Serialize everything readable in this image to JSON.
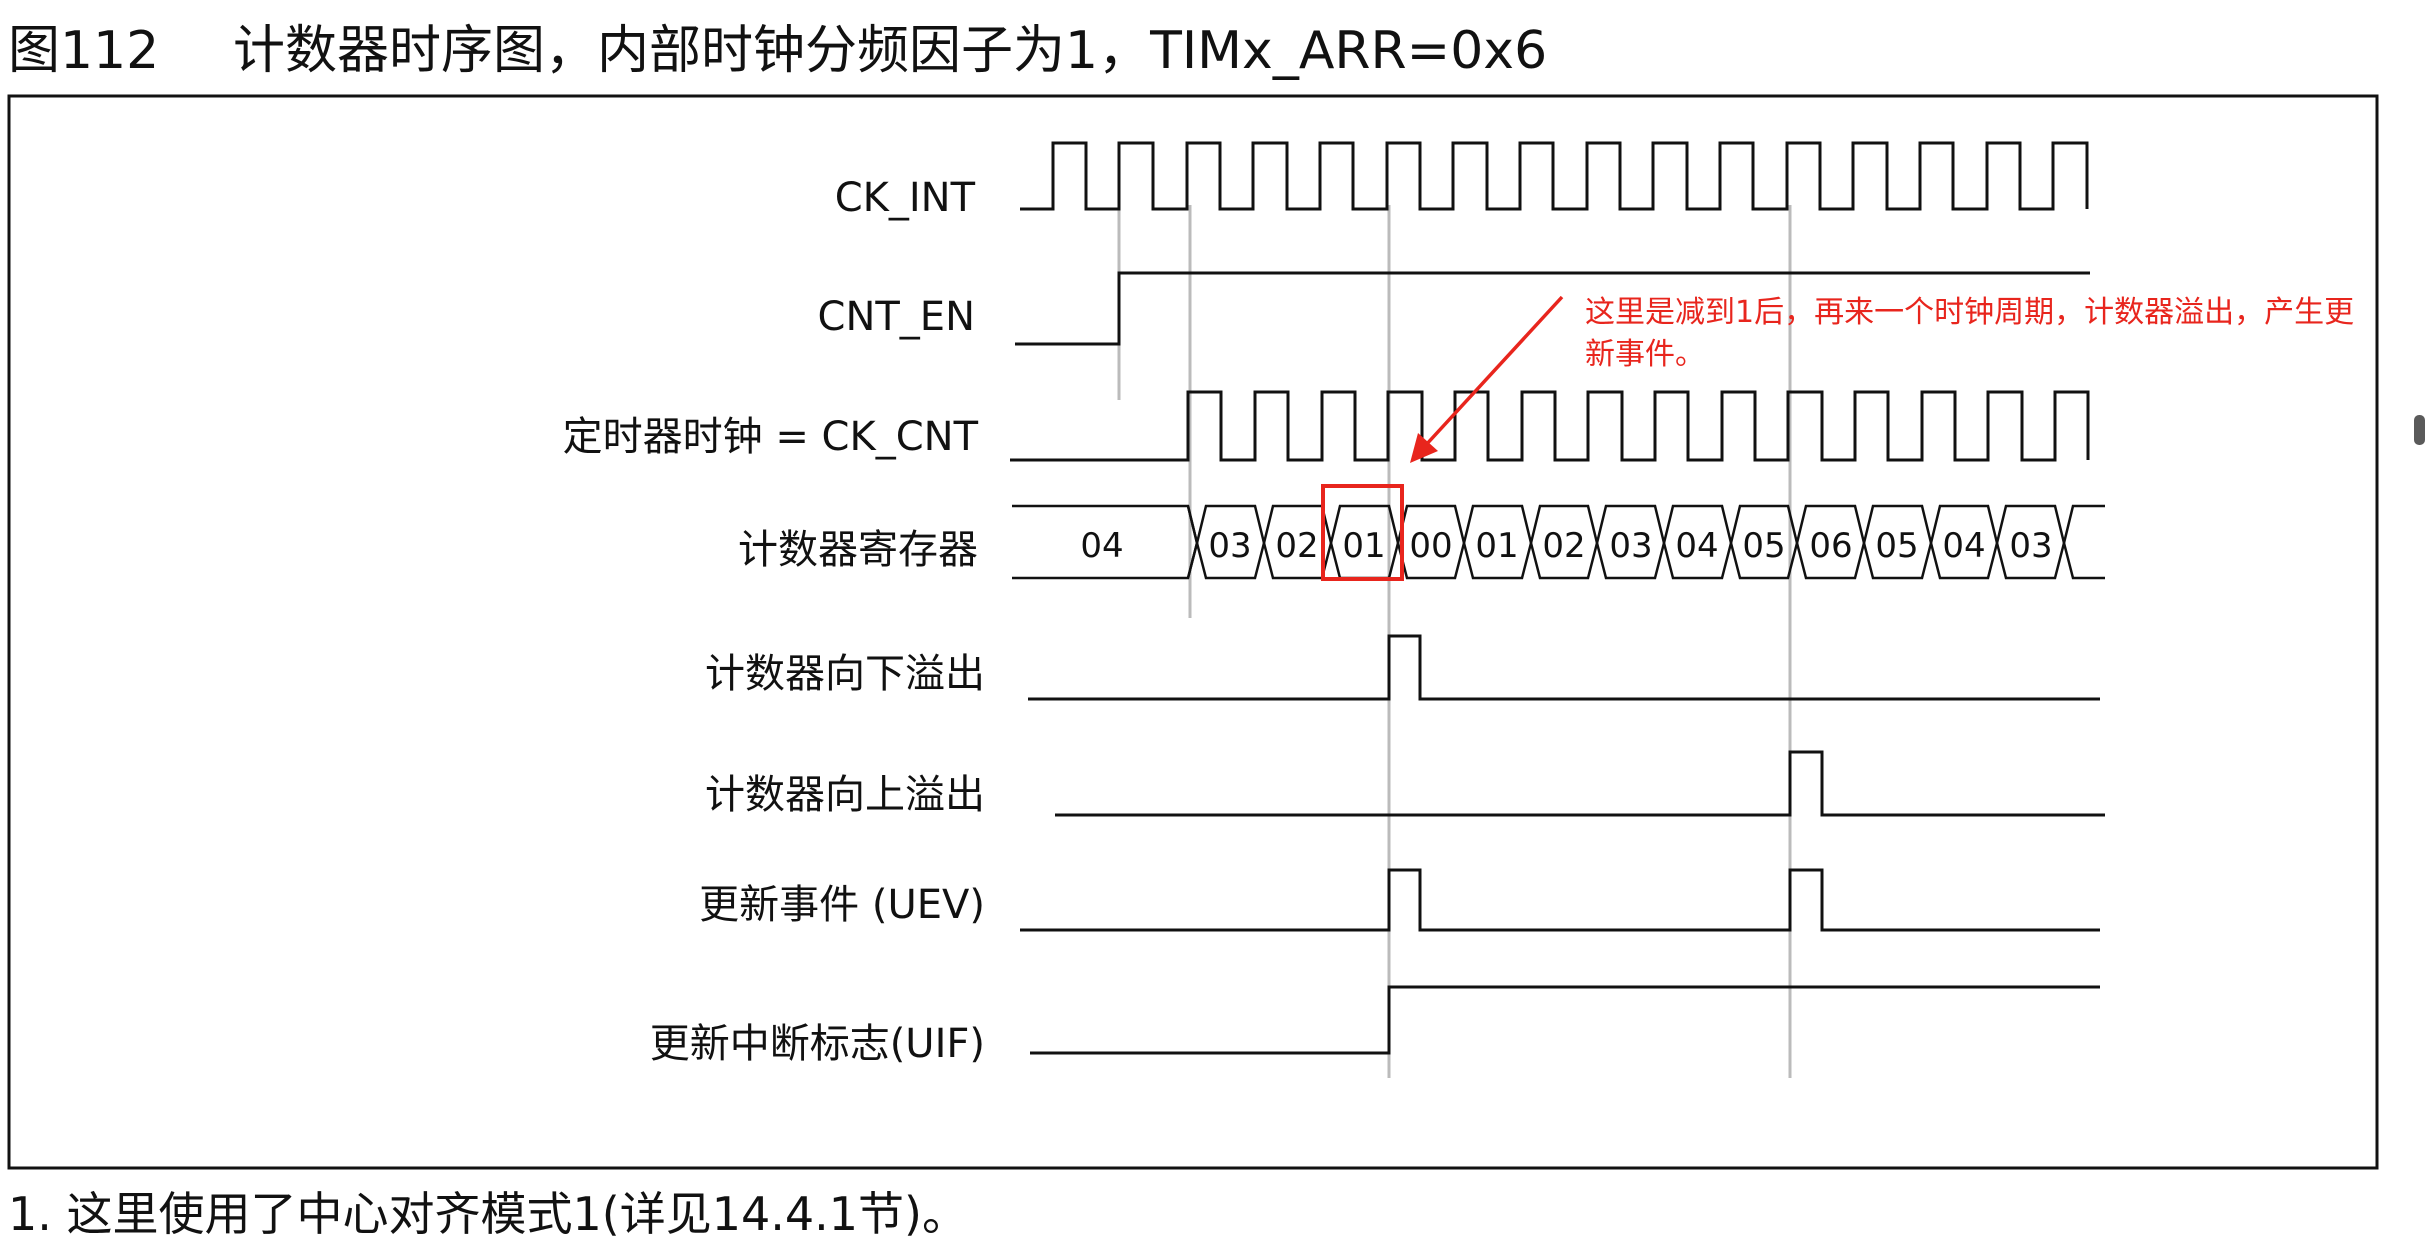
{
  "figure": {
    "number": "图112",
    "caption": "计数器时序图，内部时钟分频因子为1，TIMx_ARR=0x6"
  },
  "signals": {
    "ck_int": "CK_INT",
    "cnt_en": "CNT_EN",
    "ck_cnt": "定时器时钟 = CK_CNT",
    "counter_register": "计数器寄存器",
    "underflow": "计数器向下溢出",
    "overflow": "计数器向上溢出",
    "uev": "更新事件 (UEV)",
    "uif": "更新中断标志(UIF)"
  },
  "counter_values": [
    "04",
    "03",
    "02",
    "01",
    "00",
    "01",
    "02",
    "03",
    "04",
    "05",
    "06",
    "05",
    "04",
    "03"
  ],
  "annotation": {
    "line1": "这里是减到1后，再来一个时钟周期，计数器溢出，产生更",
    "line2": "新事件。",
    "color": "#e8251d"
  },
  "footnote": "1. 这里使用了中心对齐模式1(详见14.4.1节)。"
}
